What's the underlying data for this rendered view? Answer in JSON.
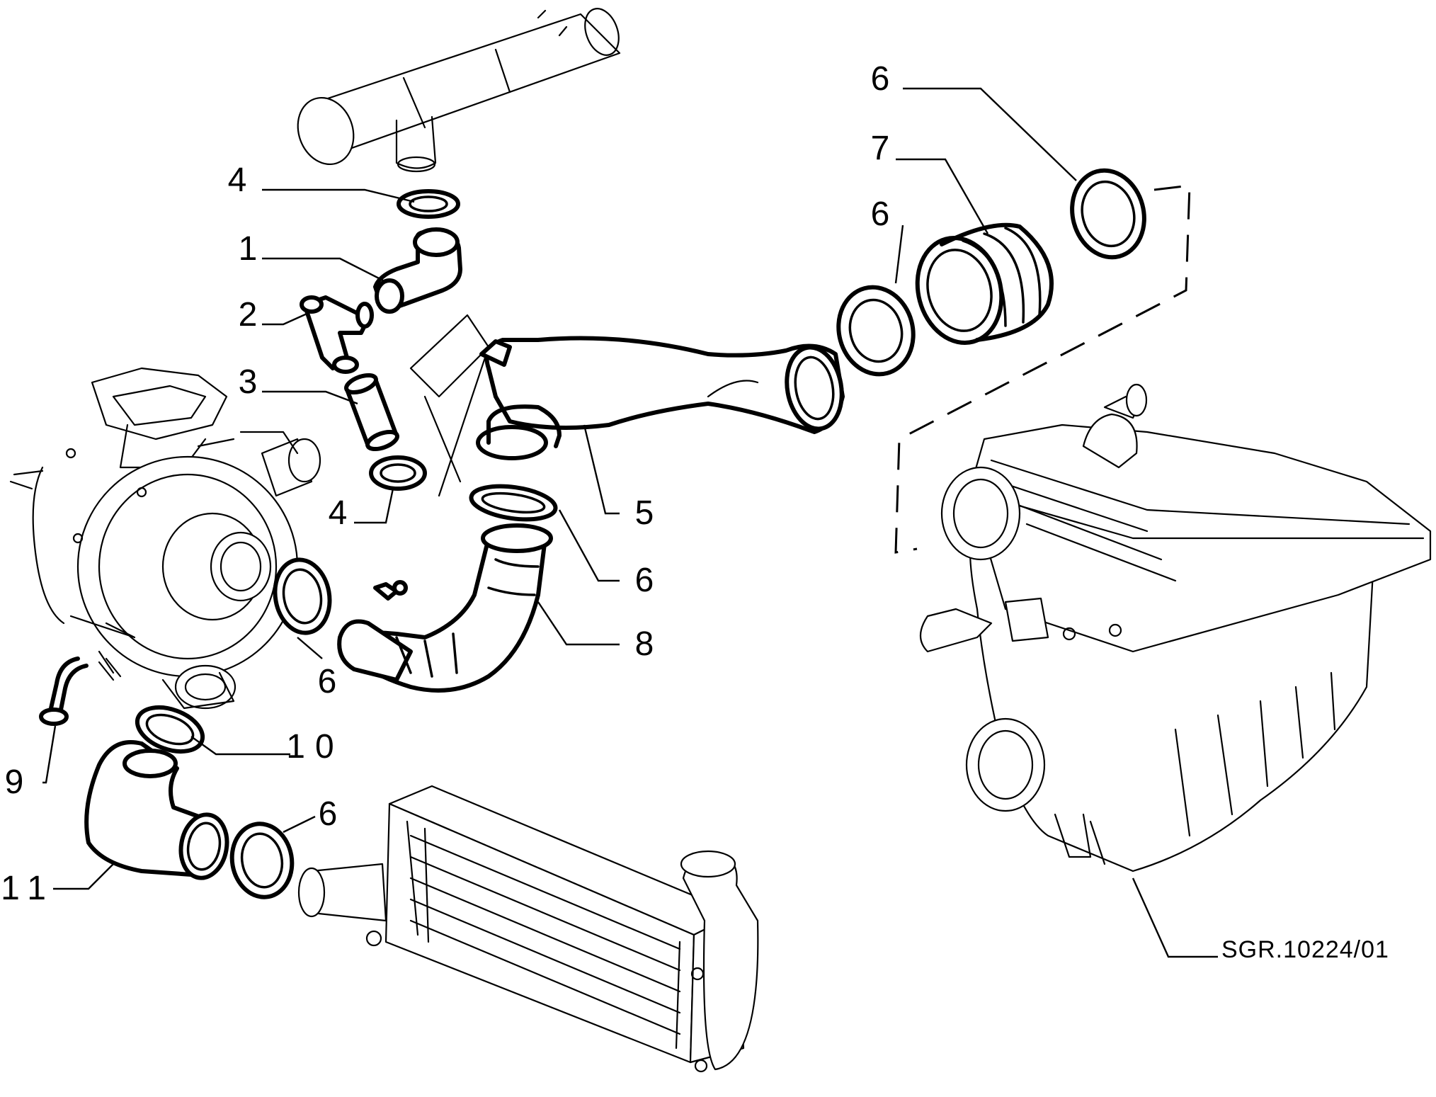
{
  "diagram": {
    "callouts": {
      "c1": "1",
      "c2": "2",
      "c3": "3",
      "c4_top": "4",
      "c4_low": "4",
      "c5": "5",
      "c6_top_right": "6",
      "c6_mid": "6",
      "c6_hose": "6",
      "c6_left": "6",
      "c6_bottom": "6",
      "c7": "7",
      "c8": "8",
      "c9": "9",
      "c10": "10",
      "c11": "11"
    },
    "reference_code": "SGR.10224/01"
  }
}
